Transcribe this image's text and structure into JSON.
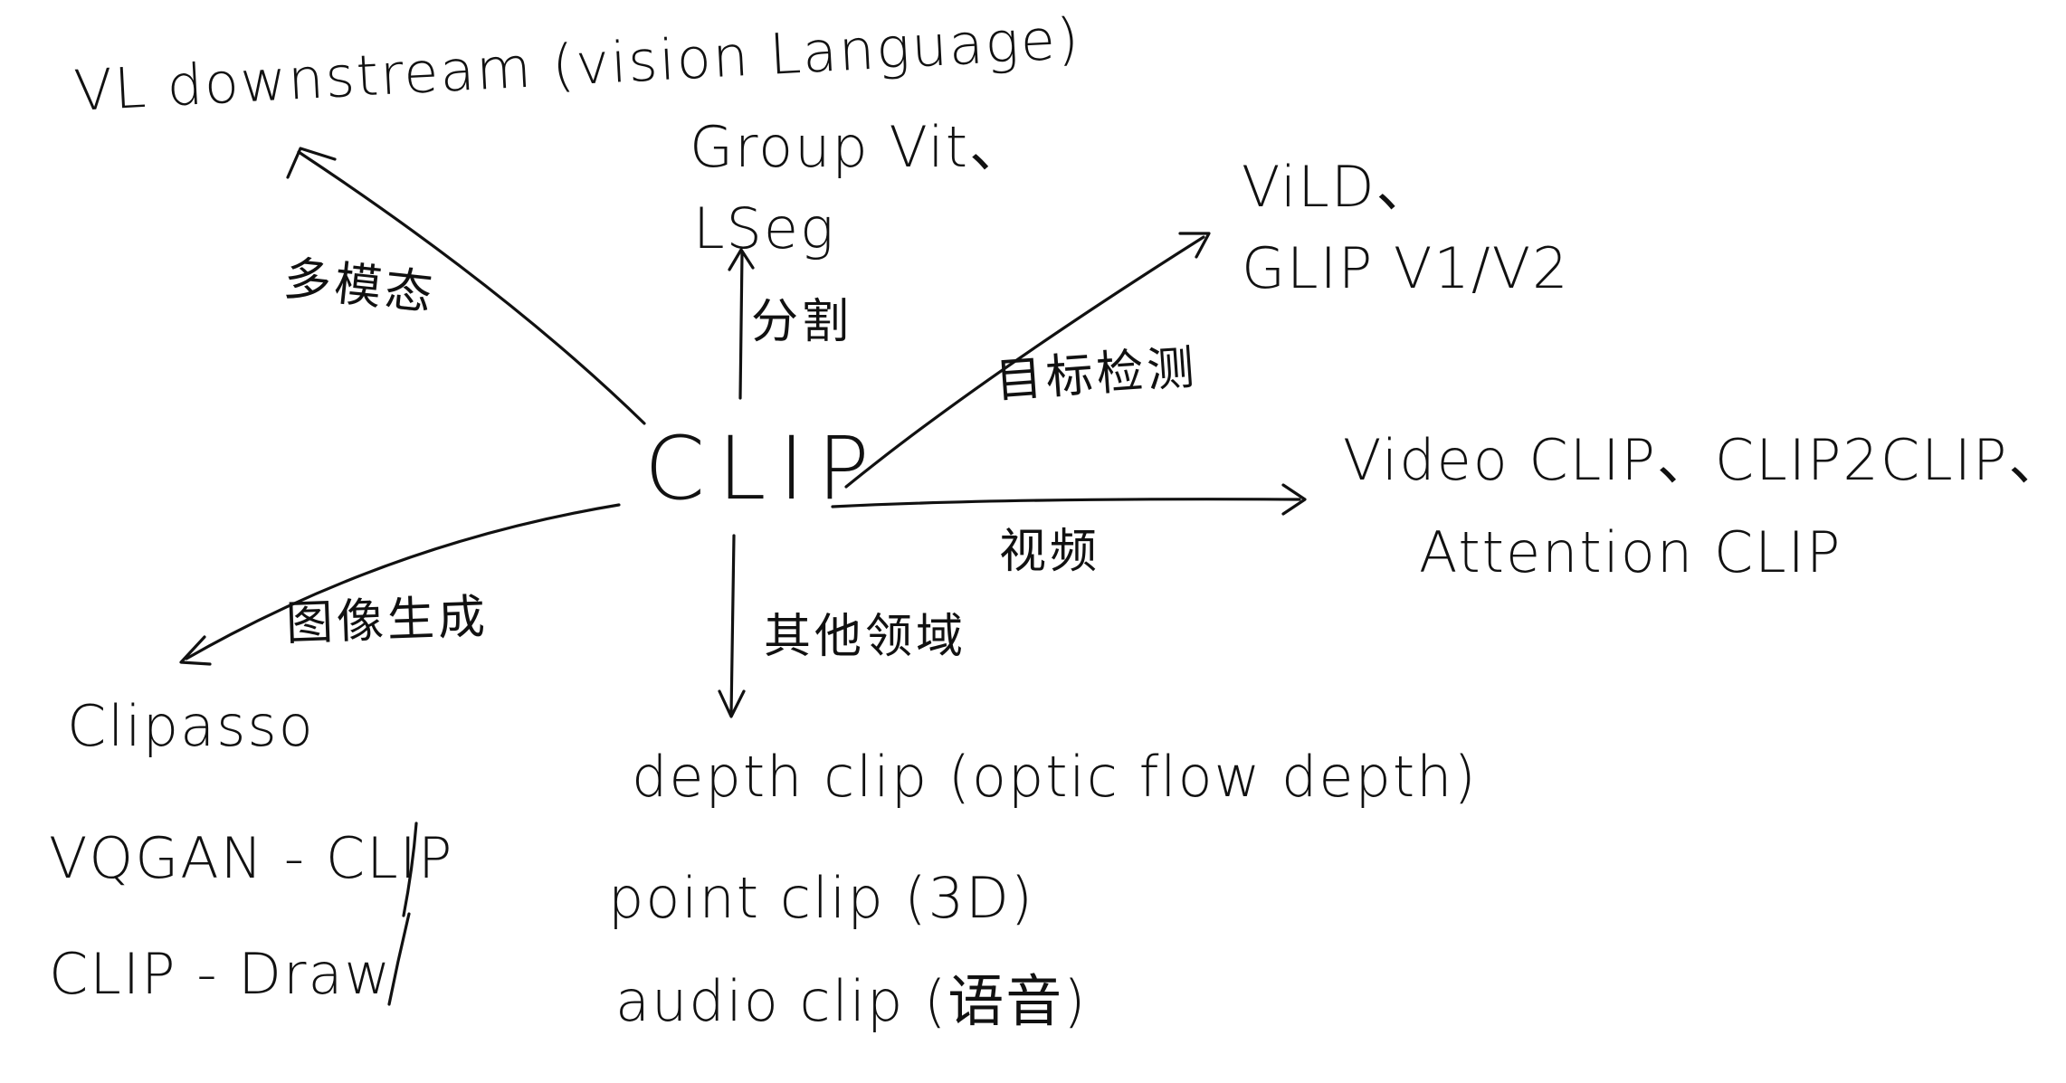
{
  "center": {
    "label": "CLIP"
  },
  "branches": [
    {
      "id": "vl",
      "edge_label": "多模态",
      "items": [
        "VL   downstream (vision Language)"
      ]
    },
    {
      "id": "seg",
      "edge_label": "分割",
      "items": [
        "Group Vit、",
        "LSeg"
      ]
    },
    {
      "id": "det",
      "edge_label": "目标检测",
      "items": [
        "ViLD、",
        "GLIP V1/V2"
      ]
    },
    {
      "id": "video",
      "edge_label": "视频",
      "items": [
        "Video CLIP、CLIP2CLIP、",
        "Attention CLIP"
      ]
    },
    {
      "id": "other",
      "edge_label": "其他领域",
      "items": [
        "depth clip (optic flow depth)",
        "point clip (3D)",
        "audio clip (语音)"
      ]
    },
    {
      "id": "gen",
      "edge_label": "图像生成",
      "items": [
        "Clipasso",
        "VQGAN - CLIP",
        "CLIP - Draw"
      ]
    }
  ]
}
